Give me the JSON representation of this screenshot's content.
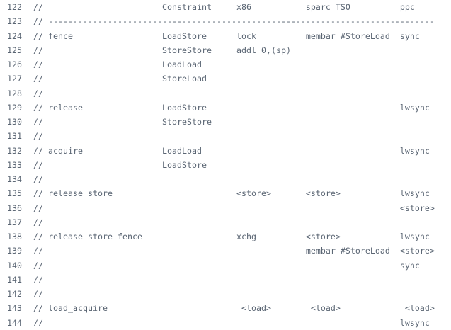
{
  "colors": {
    "background": "#ffffff",
    "text": "#5a6573",
    "line_number": "#5a6573"
  },
  "code_view": {
    "lines": [
      {
        "number": "122",
        "text": "//                        Constraint     x86           sparc TSO          ppc"
      },
      {
        "number": "123",
        "text": "// ------------------------------------------------------------------------------"
      },
      {
        "number": "124",
        "text": "// fence                  LoadStore   |  lock          membar #StoreLoad  sync"
      },
      {
        "number": "125",
        "text": "//                        StoreStore  |  addl 0,(sp)"
      },
      {
        "number": "126",
        "text": "//                        LoadLoad    |"
      },
      {
        "number": "127",
        "text": "//                        StoreLoad"
      },
      {
        "number": "128",
        "text": "//"
      },
      {
        "number": "129",
        "text": "// release                LoadStore   |                                   lwsync"
      },
      {
        "number": "130",
        "text": "//                        StoreStore"
      },
      {
        "number": "131",
        "text": "//"
      },
      {
        "number": "132",
        "text": "// acquire                LoadLoad    |                                   lwsync"
      },
      {
        "number": "133",
        "text": "//                        LoadStore"
      },
      {
        "number": "134",
        "text": "//"
      },
      {
        "number": "135",
        "text": "// release_store                         <store>       <store>            lwsync"
      },
      {
        "number": "136",
        "text": "//                                                                        <store>"
      },
      {
        "number": "137",
        "text": "//"
      },
      {
        "number": "138",
        "text": "// release_store_fence                   xchg          <store>            lwsync"
      },
      {
        "number": "139",
        "text": "//                                                     membar #StoreLoad  <store>"
      },
      {
        "number": "140",
        "text": "//                                                                        sync"
      },
      {
        "number": "141",
        "text": "//"
      },
      {
        "number": "142",
        "text": "//"
      },
      {
        "number": "143",
        "text": "// load_acquire                           <load>        <load>             <load>"
      },
      {
        "number": "144",
        "text": "//                                                                        lwsync"
      }
    ]
  }
}
